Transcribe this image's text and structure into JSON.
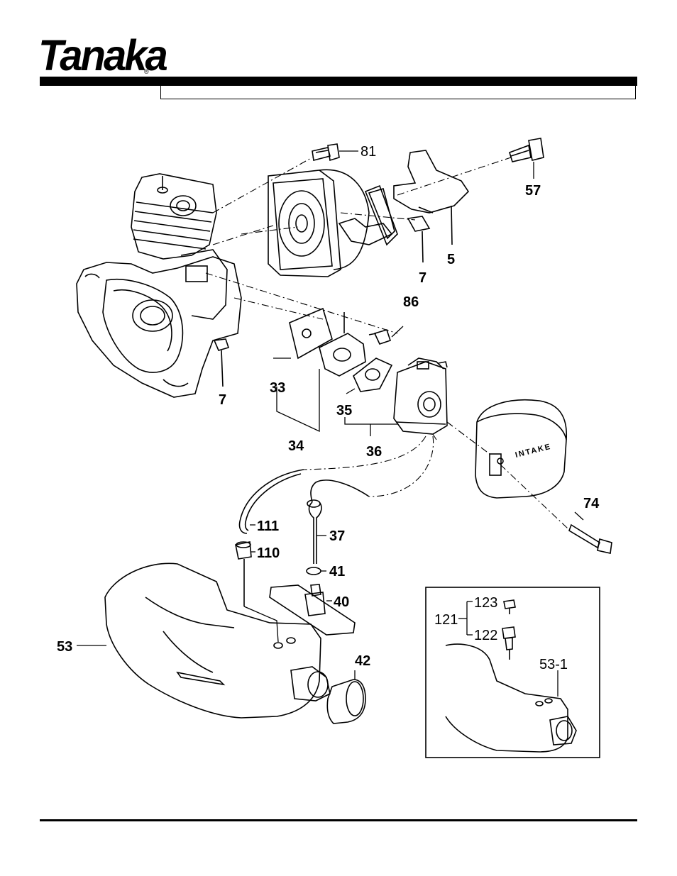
{
  "brand": {
    "name": "Tanaka",
    "registered_mark": "®"
  },
  "callouts": {
    "c81": "81",
    "c57": "57",
    "c5": "5",
    "c7a": "7",
    "c86": "86",
    "c7b": "7",
    "c33": "33",
    "c34": "34",
    "c35": "35",
    "c36": "36",
    "c74": "74",
    "c111": "111",
    "c37": "37",
    "c110": "110",
    "c41": "41",
    "c40": "40",
    "c53": "53",
    "c42": "42",
    "c123": "123",
    "c121": "121",
    "c122": "122",
    "c531": "53-1"
  },
  "intake_text": "INTAKE"
}
